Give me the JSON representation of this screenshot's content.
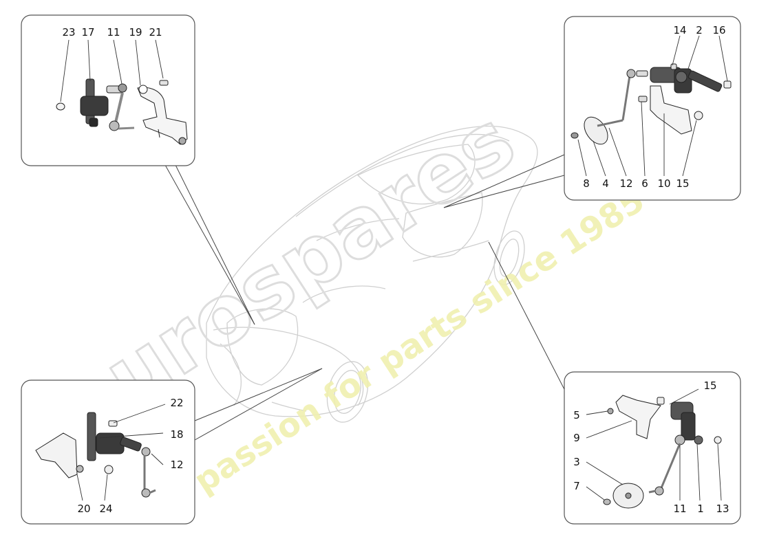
{
  "watermark": {
    "brand": "eurospares",
    "tagline": "a passion for parts since 1985",
    "brand_color": "#dcdcdc",
    "tagline_color": "#f1f1a8"
  },
  "panels": {
    "top_left": {
      "labels": [
        "23",
        "17",
        "11",
        "19",
        "21"
      ]
    },
    "top_right": {
      "labels": [
        "14",
        "2",
        "16",
        "8",
        "4",
        "12",
        "6",
        "10",
        "15"
      ]
    },
    "bottom_left": {
      "labels": [
        "22",
        "18",
        "12",
        "20",
        "24"
      ]
    },
    "bottom_right": {
      "labels": [
        "15",
        "5",
        "9",
        "3",
        "7",
        "11",
        "1",
        "13"
      ]
    }
  },
  "colors": {
    "line": "#333333",
    "panel_border": "#555555",
    "part_dark": "#3a3a3a",
    "car_line": "#c9c9c9"
  }
}
